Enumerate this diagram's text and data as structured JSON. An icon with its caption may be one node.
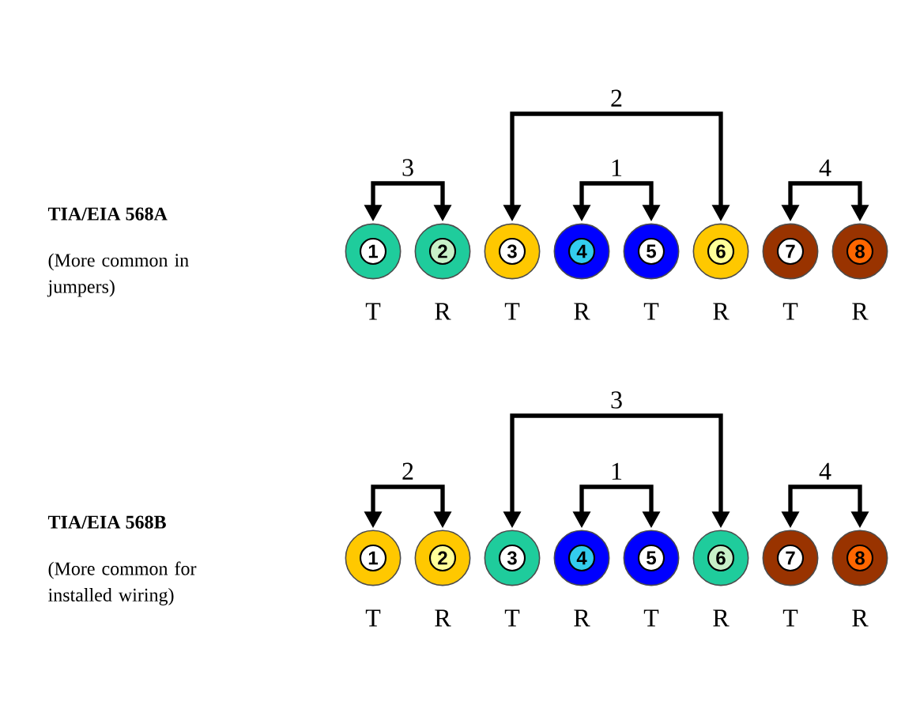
{
  "diagram": {
    "nodes": [
      {
        "text": [
          "2"
        ]
      },
      {
        "text": [
          "3"
        ]
      },
      {
        "text": [
          "1"
        ]
      },
      {
        "text": [
          "4"
        ]
      },
      {
        "text": [
          "1"
        ],
        "beside": [
          "T"
        ]
      },
      {
        "text": [
          "2"
        ],
        "beside": [
          "R"
        ]
      },
      {
        "text": [
          "3"
        ],
        "beside": [
          "T"
        ]
      },
      {
        "text": [
          "4"
        ],
        "beside": [
          "R"
        ]
      },
      {
        "text": [
          "5"
        ],
        "beside": [
          "T"
        ]
      },
      {
        "text": [
          "6"
        ],
        "beside": [
          "R"
        ]
      },
      {
        "text": [
          "7"
        ],
        "beside": [
          "T"
        ]
      },
      {
        "text": [
          "8"
        ],
        "beside": [
          "R"
        ]
      },
      {
        "text": [
          "3"
        ]
      },
      {
        "text": [
          "2"
        ]
      },
      {
        "text": [
          "1"
        ]
      },
      {
        "text": [
          "4"
        ]
      },
      {
        "text": [
          "1"
        ],
        "beside": [
          "T"
        ]
      },
      {
        "text": [
          "2"
        ],
        "beside": [
          "R"
        ]
      },
      {
        "text": [
          "3"
        ],
        "beside": [
          "T"
        ]
      },
      {
        "text": [
          "4"
        ],
        "beside": [
          "R"
        ]
      },
      {
        "text": [
          "5"
        ],
        "beside": [
          "T"
        ]
      },
      {
        "text": [
          "6"
        ],
        "beside": [
          "R"
        ]
      },
      {
        "text": [
          "7"
        ],
        "beside": [
          "T"
        ]
      },
      {
        "text": [
          "8"
        ],
        "beside": [
          "R"
        ]
      }
    ],
    "edges": [
      {
        "from": 1,
        "to": 4,
        "arrow": "to"
      },
      {
        "from": 1,
        "to": 5,
        "arrow": "to"
      },
      {
        "from": 0,
        "to": 6,
        "arrow": "to"
      },
      {
        "from": 0,
        "to": 9,
        "arrow": "to"
      },
      {
        "from": 2,
        "to": 7,
        "arrow": "to"
      },
      {
        "from": 2,
        "to": 8,
        "arrow": "to"
      },
      {
        "from": 3,
        "to": 10,
        "arrow": "to"
      },
      {
        "from": 3,
        "to": 11,
        "arrow": "to"
      },
      {
        "from": 13,
        "to": 16,
        "arrow": "to"
      },
      {
        "from": 13,
        "to": 17,
        "arrow": "to"
      },
      {
        "from": 12,
        "to": 18,
        "arrow": "to"
      },
      {
        "from": 12,
        "to": 21,
        "arrow": "to"
      },
      {
        "from": 14,
        "to": 19,
        "arrow": "to"
      },
      {
        "from": 14,
        "to": 20,
        "arrow": "to"
      },
      {
        "from": 15,
        "to": 22,
        "arrow": "to"
      },
      {
        "from": 15,
        "to": 23,
        "arrow": "to"
      }
    ],
    "labels": [
      "TIA/EIA 568A",
      "(More common in jumpers)",
      "TIA/EIA 568B",
      "(More common for installed wiring)"
    ]
  }
}
